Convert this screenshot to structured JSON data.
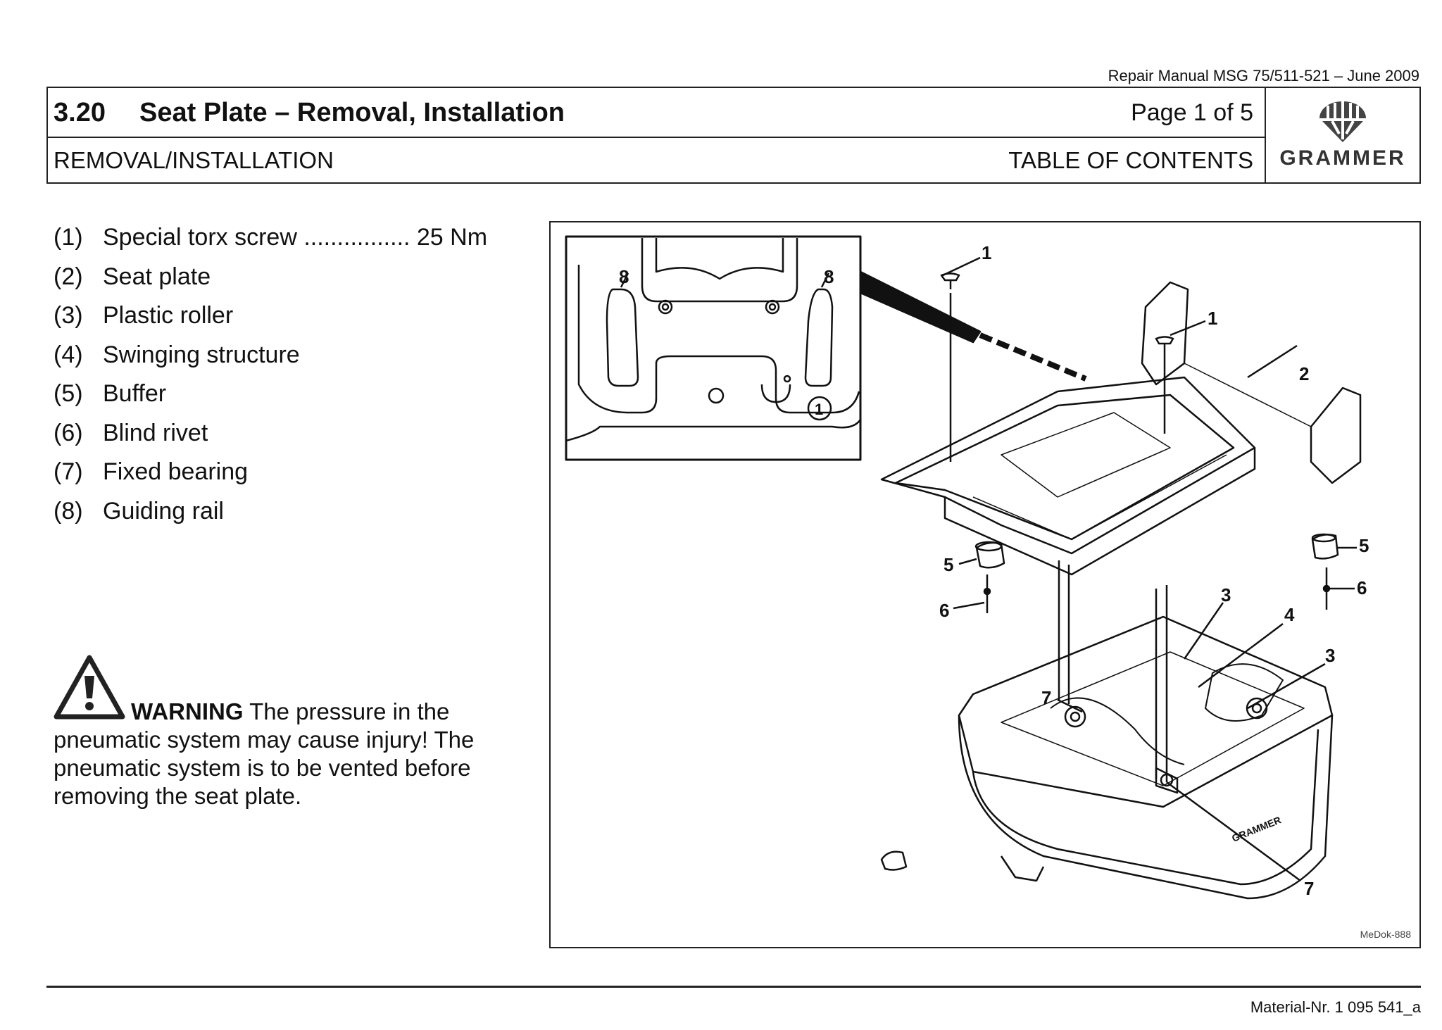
{
  "header": {
    "document_ref": "Repair Manual MSG 75/511-521 – June 2009",
    "section_number": "3.20",
    "section_title": "Seat Plate – Removal, Installation",
    "page_info": "Page 1 of 5",
    "subtitle_left": "REMOVAL/INSTALLATION",
    "subtitle_right": "TABLE OF CONTENTS",
    "logo_text": "GRAMMER"
  },
  "parts": [
    {
      "num": "(1)",
      "label": "Special torx screw ................ 25 Nm"
    },
    {
      "num": "(2)",
      "label": "Seat plate"
    },
    {
      "num": "(3)",
      "label": "Plastic roller"
    },
    {
      "num": "(4)",
      "label": "Swinging structure"
    },
    {
      "num": "(5)",
      "label": "Buffer"
    },
    {
      "num": "(6)",
      "label": "Blind rivet"
    },
    {
      "num": "(7)",
      "label": "Fixed bearing"
    },
    {
      "num": "(8)",
      "label": "Guiding rail"
    }
  ],
  "warning": {
    "title": "WARNING",
    "text": " The pressure in the pneumatic system may cause injury! The pneumatic system is to be vented before removing the seat plate."
  },
  "figure": {
    "code": "MeDok-888",
    "callouts": [
      "1",
      "1",
      "2",
      "3",
      "3",
      "4",
      "5",
      "5",
      "6",
      "6",
      "7",
      "7",
      "8",
      "8",
      "1"
    ],
    "brand_mark": "GRAMMER"
  },
  "footer": {
    "material_nr": "Material-Nr. 1 095 541_a"
  },
  "icons": [
    "grammer-logo-icon",
    "warning-triangle-icon"
  ]
}
